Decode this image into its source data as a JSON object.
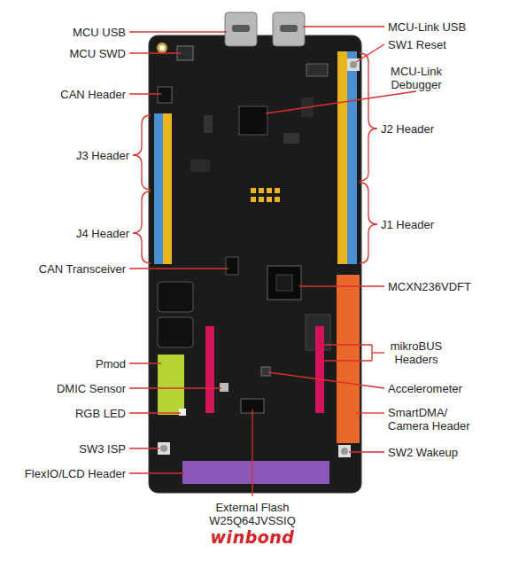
{
  "diagram": {
    "labels": [
      "MCU USB",
      "MCU SWD",
      "CAN Header",
      "J3 Header",
      "J4 Header",
      "CAN Transceiver",
      "Pmod",
      "DMIC Sensor",
      "RGB LED",
      "SW3 ISP",
      "FlexIO/LCD Header",
      "External Flash W25Q64JVSSIQ",
      "winbond",
      "MCU-Link USB",
      "SW1 Reset",
      "MCU-Link Debugger",
      "J2 Header",
      "J1 Header",
      "MCXN236VDFT",
      "mikroBUS Headers",
      "Accelerometer",
      "SmartDMA/ Camera Header",
      "SW2 Wakeup"
    ]
  }
}
